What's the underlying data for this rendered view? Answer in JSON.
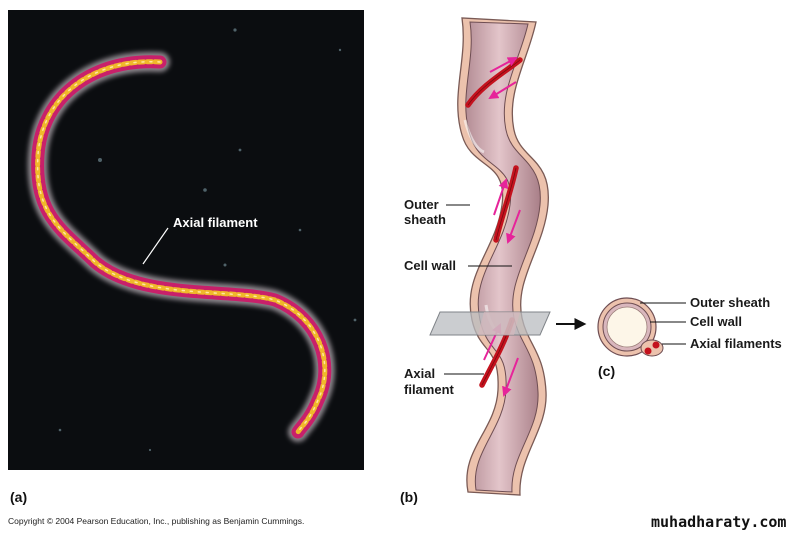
{
  "panel_a": {
    "label": "(a)",
    "axial_filament_label": "Axial filament"
  },
  "panel_b": {
    "label": "(b)",
    "outer_sheath_line1": "Outer",
    "outer_sheath_line2": "sheath",
    "cell_wall": "Cell wall",
    "axial_filament_line1": "Axial",
    "axial_filament_line2": "filament"
  },
  "panel_c": {
    "label": "(c)",
    "outer_sheath": "Outer sheath",
    "cell_wall": "Cell wall",
    "axial_filaments": "Axial filaments"
  },
  "copyright": "Copyright © 2004 Pearson Education, Inc., publishing as Benjamin Cummings.",
  "watermark": "muhadharaty.com",
  "colors": {
    "micrograph_bg": "#0b0d10",
    "spirochete_outer": "#c8206a",
    "spirochete_core": "#f0b82a",
    "cell_body": "#d9b7bd",
    "sheath": "#ecc2ad",
    "filament": "#c4121e",
    "arrow": "#e6249a"
  }
}
